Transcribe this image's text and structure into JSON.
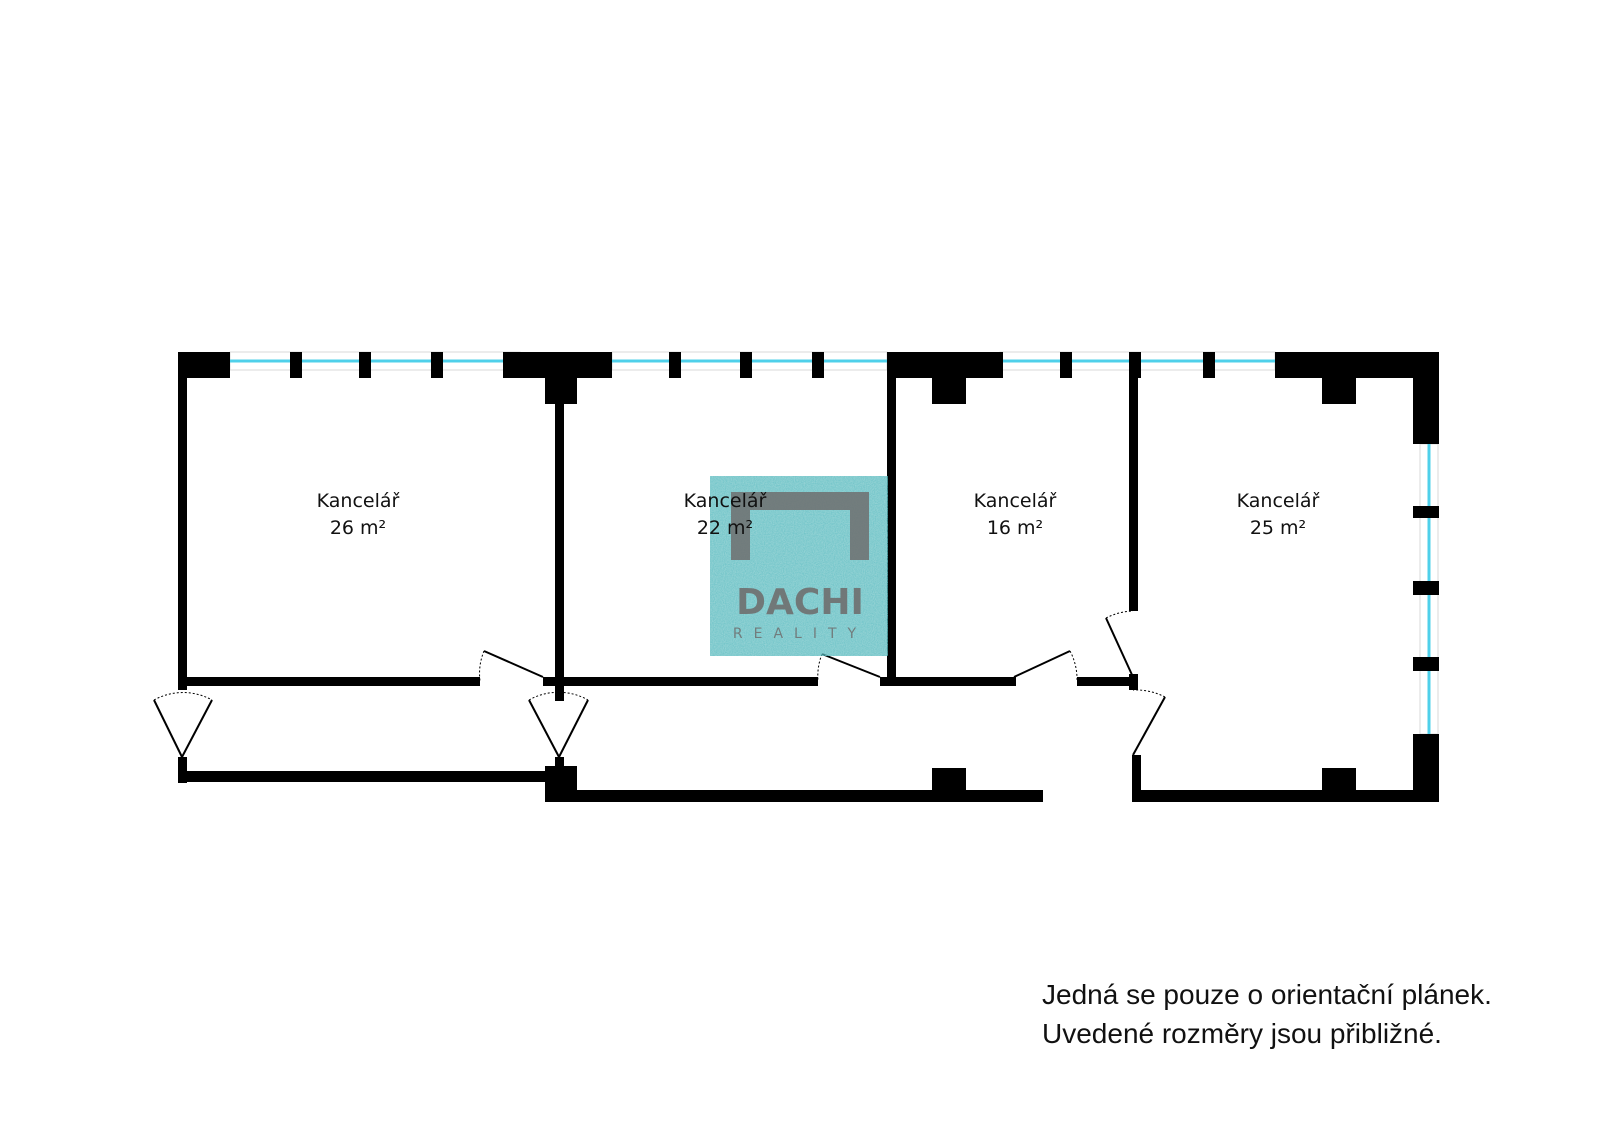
{
  "colors": {
    "wall": "#000000",
    "window": "#4fd0ea",
    "watermark_bg": "#3eaeb3",
    "watermark_text": "#6f6f6f"
  },
  "rooms": [
    {
      "name": "Kancelář",
      "area": "26 m²"
    },
    {
      "name": "Kancelář",
      "area": "22 m²"
    },
    {
      "name": "Kancelář",
      "area": "16 m²"
    },
    {
      "name": "Kancelář",
      "area": "25 m²"
    }
  ],
  "watermark": {
    "brand": "DACHI",
    "sub": "REALITY"
  },
  "disclaimer": {
    "line1": "Jedná se pouze o orientační plánek.",
    "line2": "Uvedené rozměry jsou přibližné."
  }
}
